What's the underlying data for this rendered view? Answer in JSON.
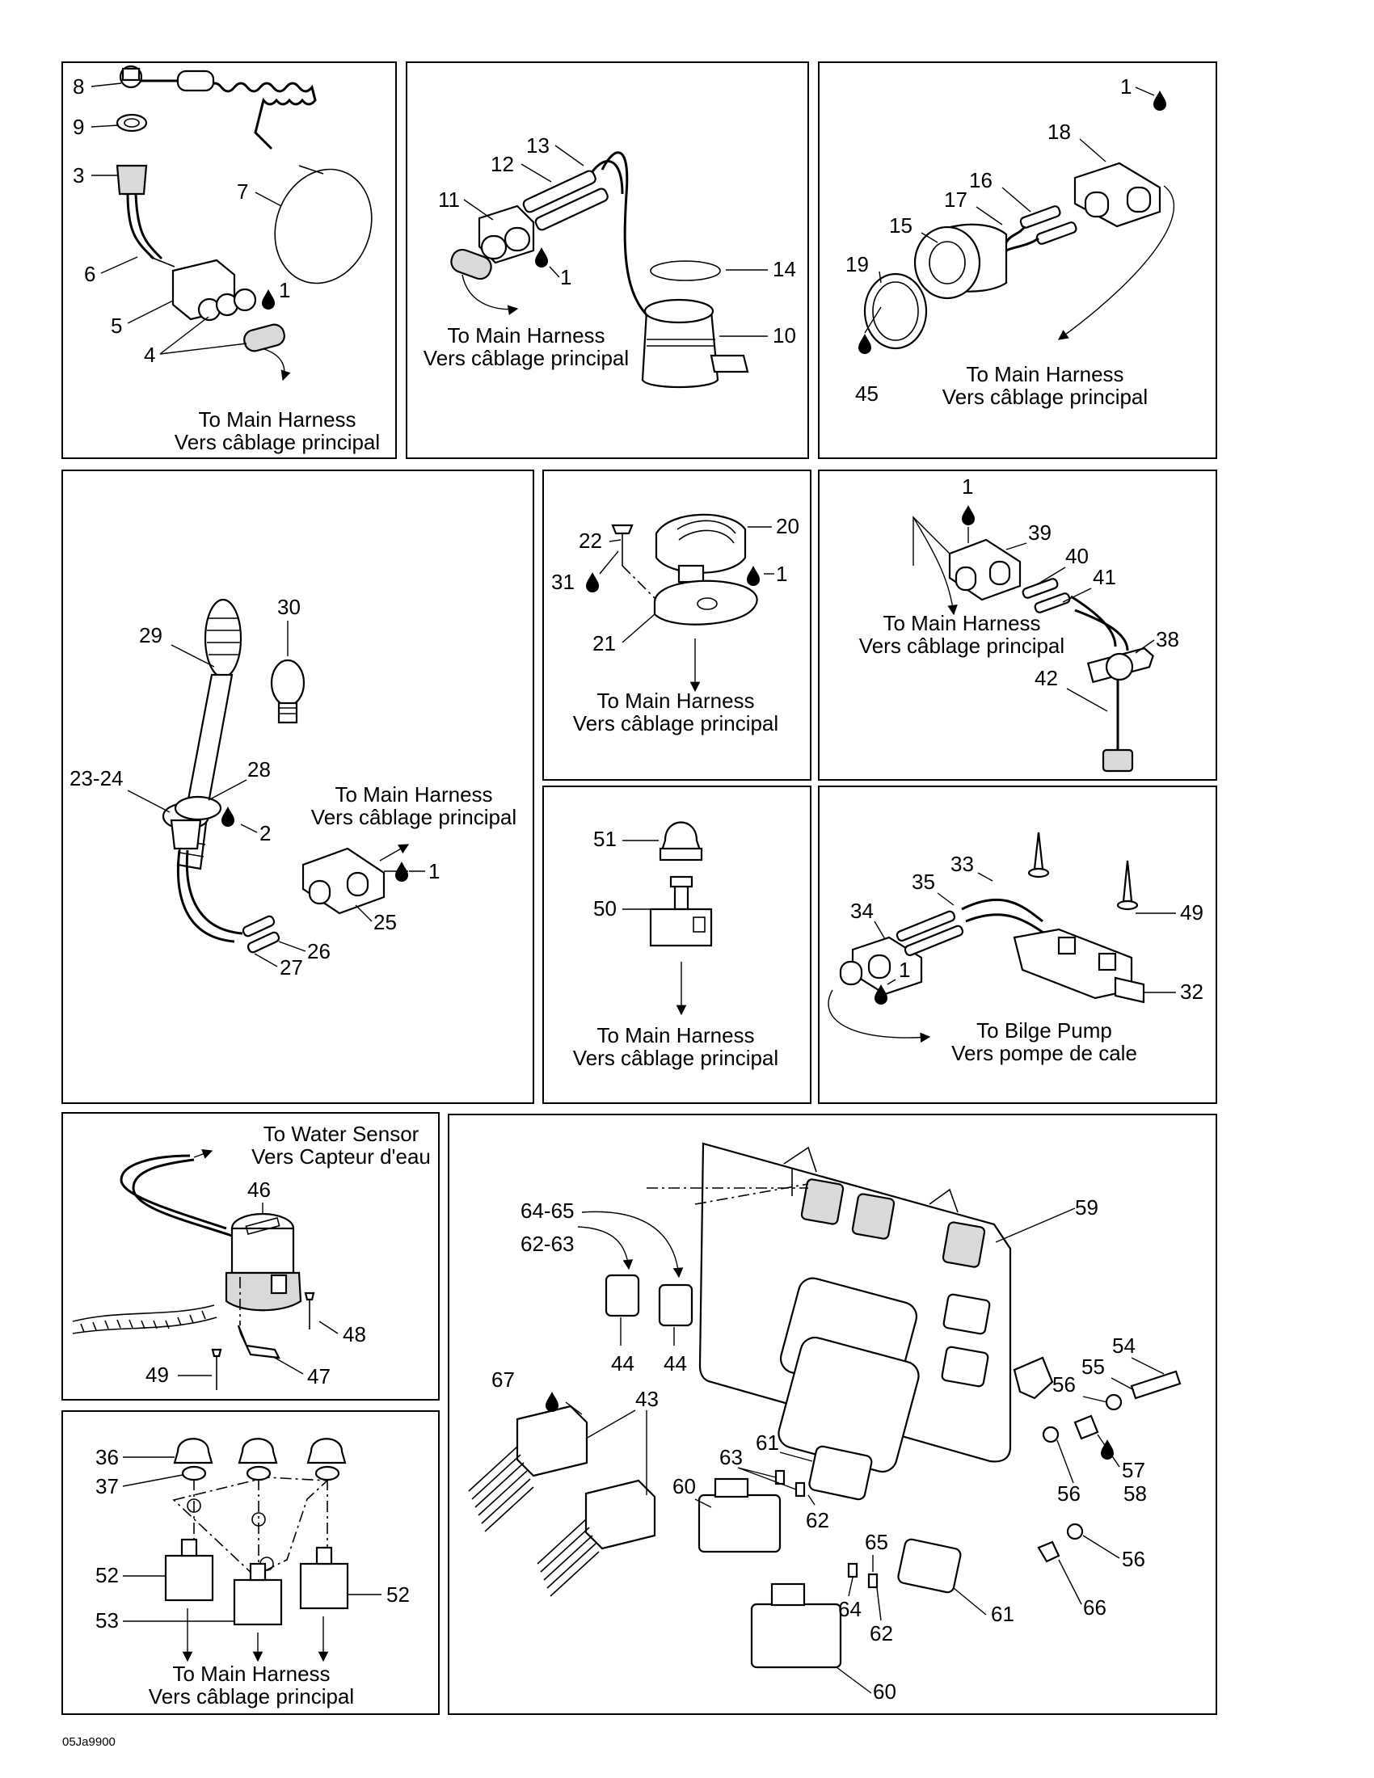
{
  "labels": {
    "to_main": "To Main Harness",
    "vers_principal": "Vers câblage principal",
    "to_bilge": "To Bilge Pump",
    "vers_bilge": "Vers pompe de cale",
    "to_water": "To Water Sensor",
    "vers_water": "Vers Capteur d'eau"
  },
  "reference_code": "05Ja9900",
  "callouts": {
    "p1": [
      "8",
      "9",
      "3",
      "7",
      "6",
      "5",
      "1",
      "4"
    ],
    "p2": [
      "13",
      "12",
      "11",
      "1",
      "14",
      "10"
    ],
    "p3": [
      "1",
      "18",
      "16",
      "17",
      "15",
      "19",
      "45"
    ],
    "p4": [
      "30",
      "29",
      "28",
      "23-24",
      "2",
      "1",
      "25",
      "26",
      "27"
    ],
    "p5": [
      "20",
      "22",
      "31",
      "1",
      "21"
    ],
    "p6": [
      "1",
      "39",
      "40",
      "41",
      "38",
      "42"
    ],
    "p7": [
      "51",
      "50"
    ],
    "p8": [
      "33",
      "35",
      "34",
      "49",
      "1",
      "32"
    ],
    "p9": [
      "46",
      "48",
      "49",
      "47"
    ],
    "p10": [
      "36",
      "37",
      "52",
      "53",
      "52"
    ],
    "p11": [
      "59",
      "64-65",
      "62-63",
      "44",
      "44",
      "54",
      "55",
      "56",
      "57",
      "58",
      "56",
      "67",
      "43",
      "61",
      "63",
      "60",
      "62",
      "65",
      "64",
      "62",
      "61",
      "56",
      "66",
      "60"
    ]
  }
}
